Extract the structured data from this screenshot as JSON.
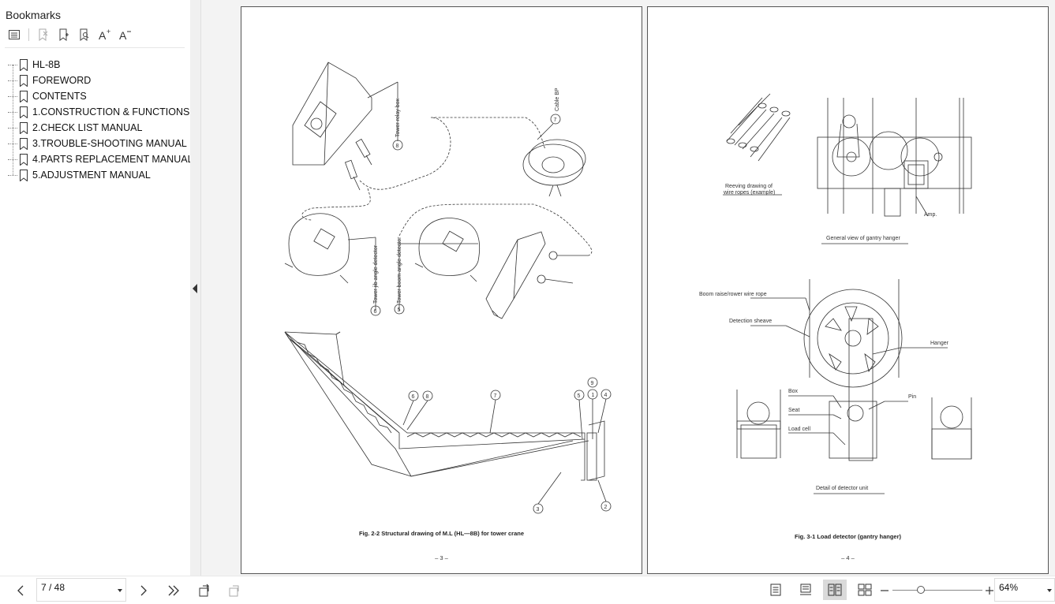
{
  "sidebar": {
    "title": "Bookmarks",
    "items": [
      {
        "label": "HL-8B"
      },
      {
        "label": "FOREWORD"
      },
      {
        "label": "CONTENTS"
      },
      {
        "label": "1.CONSTRUCTION & FUNCTIONS"
      },
      {
        "label": "2.CHECK LIST MANUAL"
      },
      {
        "label": "3.TROUBLE-SHOOTING MANUAL"
      },
      {
        "label": "4.PARTS REPLACEMENT MANUAL"
      },
      {
        "label": "5.ADJUSTMENT MANUAL"
      }
    ]
  },
  "page_left": {
    "caption": "Fig. 2-2  Structural drawing of M.L (HL—8B) for tower crane",
    "page_number": "– 3 –",
    "labels": {
      "relay_box": "Tower relay box",
      "cable_bp": "Cable BP",
      "jib_detector": "Tower jib angle detector",
      "boom_detector": "Tower boom angle detector",
      "n1": "1",
      "n2": "2",
      "n3": "3",
      "n4": "4",
      "n5": "5",
      "n6": "6",
      "n7": "7",
      "n8": "8",
      "n9": "9"
    }
  },
  "page_right": {
    "caption": "Fig. 3-1  Load detector (gantry hanger)",
    "page_number": "– 4 –",
    "labels": {
      "reeving_1": "Reeving drawing of",
      "reeving_2": "wire ropes (example)",
      "amp": "Amp.",
      "general_view": "General view of gantry hanger",
      "boom_rope": "Boom raise/rower wire rope",
      "detection_sheave": "Detection sheave",
      "hanger": "Hanger",
      "box": "Box",
      "seat": "Seat",
      "pin": "Pin",
      "load_cell": "Load cell",
      "detail": "Detail of detector unit"
    }
  },
  "toolbar": {
    "page_value": "7 / 48",
    "zoom_value": "64%"
  }
}
